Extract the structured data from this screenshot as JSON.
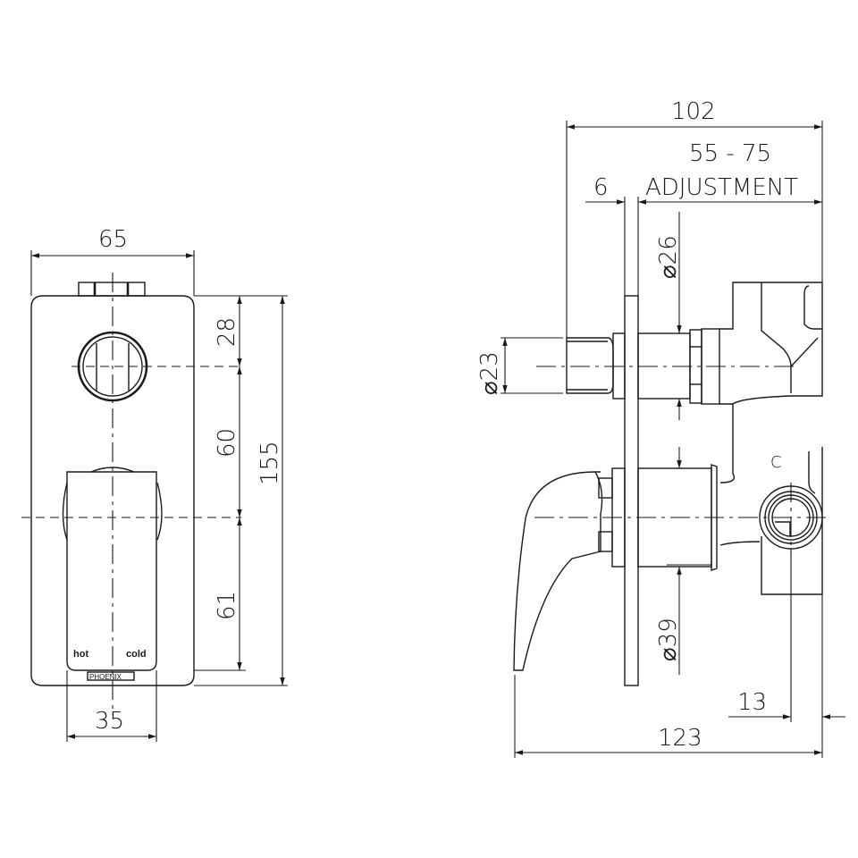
{
  "drawing": {
    "title": "Wall mixer with diverter - technical dimension drawing",
    "line_color": "#1a1a1a",
    "background": "#ffffff"
  },
  "front_view": {
    "plate_width": "65",
    "button_offset": "28",
    "button_to_lever": "60",
    "lever_to_bottom": "61",
    "plate_height": "155",
    "lever_width": "35",
    "label_hot": "hot",
    "label_cold": "cold",
    "brand": "PHOENIX"
  },
  "side_view": {
    "overall_depth": "102",
    "adjustment_range": "55 - 75",
    "adjustment_label": "ADJUSTMENT",
    "plate_thickness": "6",
    "diverter_body_dia": "⌀26",
    "diverter_button_dia": "⌀23",
    "lever_body_dia": "⌀39",
    "outlet_offset": "13",
    "overall_length": "123",
    "port_label": "C"
  }
}
